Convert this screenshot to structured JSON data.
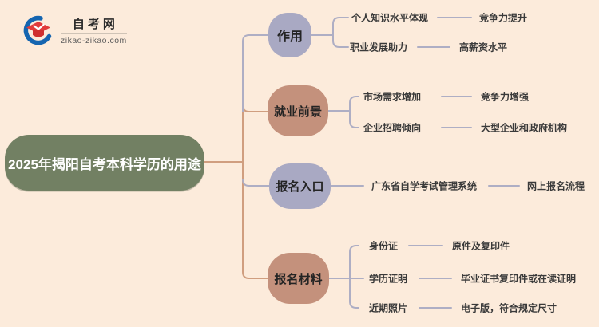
{
  "logo": {
    "site_name": "自考网",
    "domain": "zikao-zikao.com",
    "icon": "graduation-cap-icon"
  },
  "root": {
    "label": "2025年揭阳自考本科学历的用途"
  },
  "branches": [
    {
      "label": "作用",
      "children": [
        {
          "label": "个人知识水平体现",
          "detail": "竞争力提升"
        },
        {
          "label": "职业发展助力",
          "detail": "高薪资水平"
        }
      ]
    },
    {
      "label": "就业前景",
      "children": [
        {
          "label": "市场需求增加",
          "detail": "竞争力增强"
        },
        {
          "label": "企业招聘倾向",
          "detail": "大型企业和政府机构"
        }
      ]
    },
    {
      "label": "报名入口",
      "children": [
        {
          "label": "广东省自学考试管理系统",
          "detail": "网上报名流程"
        }
      ]
    },
    {
      "label": "报名材料",
      "children": [
        {
          "label": "身份证",
          "detail": "原件及复印件"
        },
        {
          "label": "学历证明",
          "detail": "毕业证书复印件或在读证明"
        },
        {
          "label": "近期照片",
          "detail": "电子版，符合规定尺寸"
        }
      ]
    }
  ],
  "colors": {
    "background": "#fcebdb",
    "root_node": "#728063",
    "root_text": "#ffffff",
    "lavender_node": "#a9a9c3",
    "tan_node": "#c4917c",
    "lavender_line": "#aeaec4",
    "tan_line": "#d09e7f",
    "leaf_text": "#3a3a3a",
    "brand_red": "#e13b3b",
    "brand_blue": "#1565b0"
  }
}
